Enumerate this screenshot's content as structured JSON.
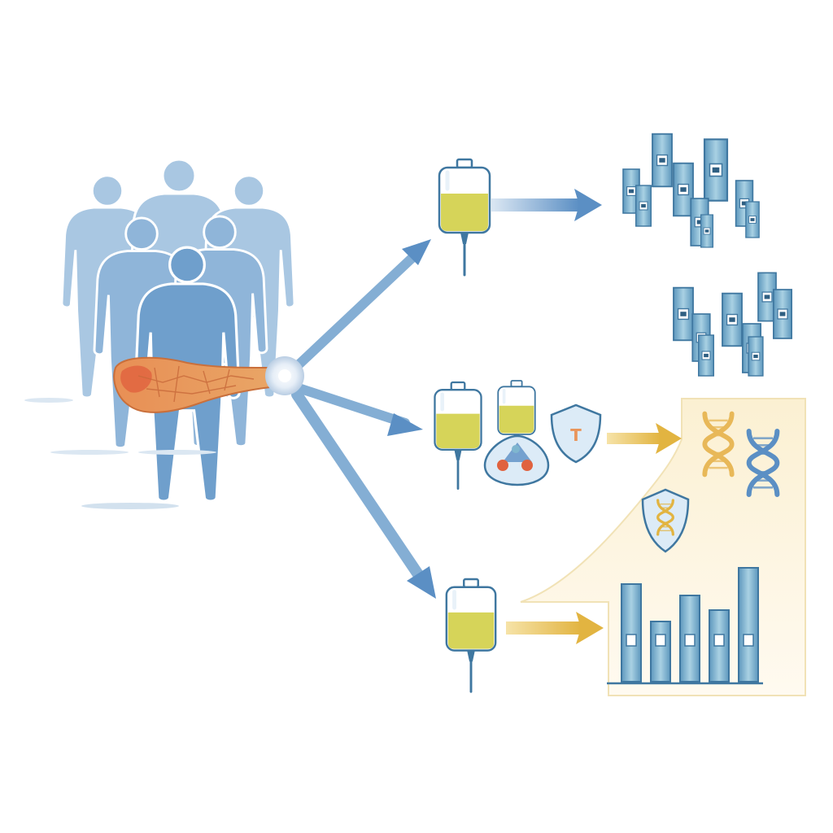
{
  "colors": {
    "body_blue": "#6f9fcc",
    "body_blue_back": "#9bbedd",
    "organ_orange": "#e9955a",
    "organ_red": "#e0623f",
    "arrow_blue": "#5b8fc4",
    "arrow_yellow": "#e8c15a",
    "fluid_yellow": "#d2cf47",
    "vial_teal": "#7fb6cf",
    "vial_dark": "#3f77a0",
    "highlight_panel": "#fbf4dc"
  },
  "diagram": {
    "source": {
      "people_icon": "people-group-icon",
      "organ_icon": "pancreas-tissue-icon",
      "branch_node_icon": "branch-node-icon"
    },
    "branches": [
      {
        "id": "top",
        "bags": [
          {
            "icon": "iv-bag-icon"
          }
        ],
        "arrow_color": "blue",
        "outputs": [
          {
            "icon": "sample-vial-cluster-icon"
          },
          {
            "icon": "sample-vial-cluster-icon"
          }
        ]
      },
      {
        "id": "middle",
        "bags": [
          {
            "icon": "iv-bag-icon"
          },
          {
            "icon": "iv-bag-icon"
          }
        ],
        "extras": [
          {
            "icon": "cell-cluster-icon"
          },
          {
            "icon": "shield-icon",
            "label": "T"
          }
        ],
        "arrow_color": "yellow",
        "outputs": [
          {
            "icon": "dna-helix-icon"
          },
          {
            "icon": "dna-helix-icon"
          },
          {
            "icon": "dna-shield-icon"
          }
        ]
      },
      {
        "id": "bottom",
        "bags": [
          {
            "icon": "iv-bag-icon"
          }
        ],
        "arrow_color": "yellow",
        "outputs": [
          {
            "icon": "bar-vial-chart-icon",
            "bar_levels": [
              0.86,
              0.53,
              0.76,
              0.63,
              1.0
            ]
          }
        ]
      }
    ]
  }
}
